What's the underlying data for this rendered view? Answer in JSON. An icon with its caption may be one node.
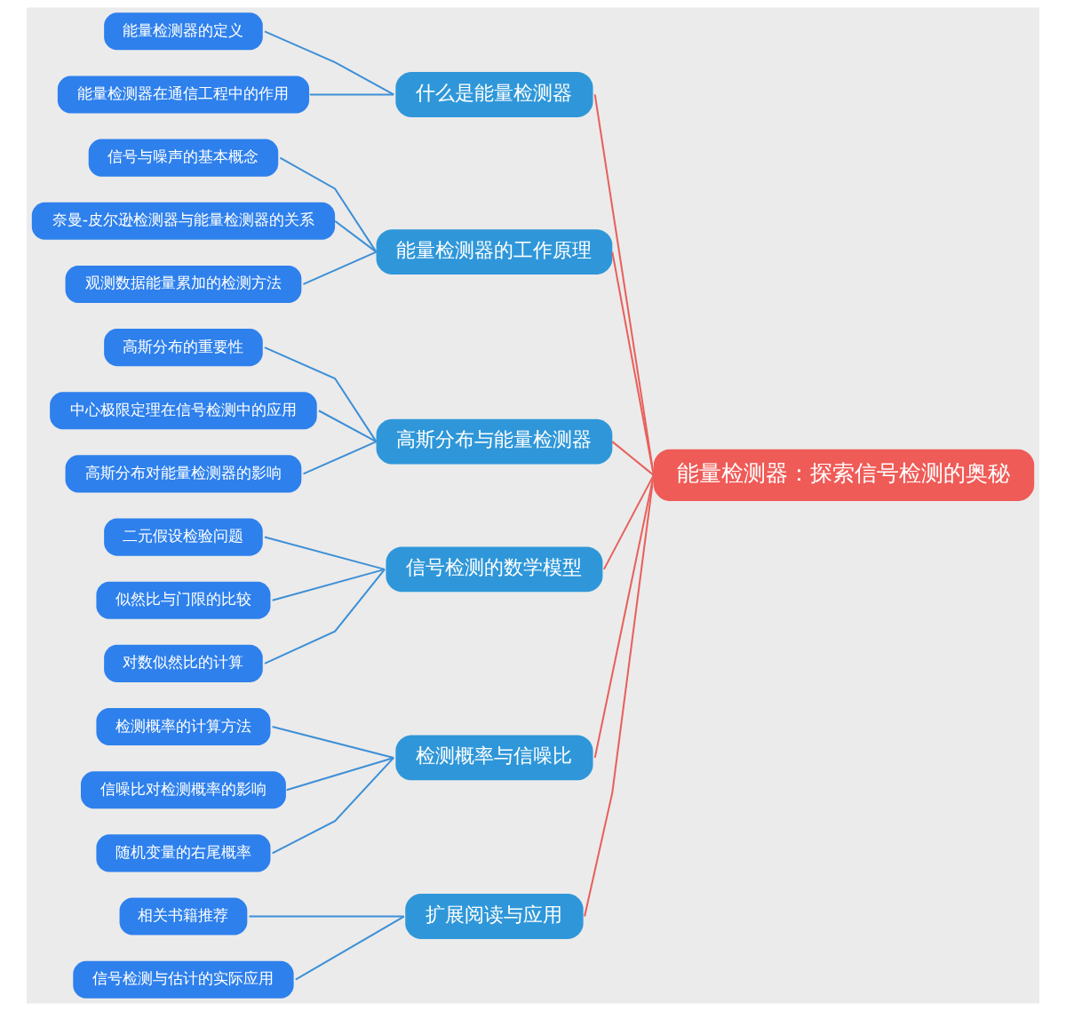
{
  "diagram": {
    "nodes": [
      {
        "text": [
          "能量检测器：探索信号检测的奥秘"
        ]
      },
      {
        "text": [
          "什么是能量检测器"
        ]
      },
      {
        "text": [
          "能量检测器的定义"
        ]
      },
      {
        "text": [
          "能量检测器在通信工程中的作用"
        ]
      },
      {
        "text": [
          "能量检测器的工作原理"
        ]
      },
      {
        "text": [
          "信号与噪声的基本概念"
        ]
      },
      {
        "text": [
          "奈曼-皮尔逊检测器与能量检测器的关系"
        ]
      },
      {
        "text": [
          "观测数据能量累加的检测方法"
        ]
      },
      {
        "text": [
          "高斯分布与能量检测器"
        ]
      },
      {
        "text": [
          "高斯分布的重要性"
        ]
      },
      {
        "text": [
          "中心极限定理在信号检测中的应用"
        ]
      },
      {
        "text": [
          "高斯分布对能量检测器的影响"
        ]
      },
      {
        "text": [
          "信号检测的数学模型"
        ]
      },
      {
        "text": [
          "二元假设检验问题"
        ]
      },
      {
        "text": [
          "似然比与门限的比较"
        ]
      },
      {
        "text": [
          "对数似然比的计算"
        ]
      },
      {
        "text": [
          "检测概率与信噪比"
        ]
      },
      {
        "text": [
          "检测概率的计算方法"
        ]
      },
      {
        "text": [
          "信噪比对检测概率的影响"
        ]
      },
      {
        "text": [
          "随机变量的右尾概率"
        ]
      },
      {
        "text": [
          "扩展阅读与应用"
        ]
      },
      {
        "text": [
          "相关书籍推荐"
        ]
      },
      {
        "text": [
          "信号检测与估计的实际应用"
        ]
      }
    ],
    "edges": [
      {
        "from": 0,
        "to": 1,
        "arrow": "none",
        "color": "#e8605c"
      },
      {
        "from": 1,
        "to": 2,
        "arrow": "none"
      },
      {
        "from": 1,
        "to": 3,
        "arrow": "none"
      },
      {
        "from": 0,
        "to": 4,
        "arrow": "none",
        "color": "#e8605c"
      },
      {
        "from": 4,
        "to": 5,
        "arrow": "none"
      },
      {
        "from": 4,
        "to": 6,
        "arrow": "none"
      },
      {
        "from": 4,
        "to": 7,
        "arrow": "none"
      },
      {
        "from": 0,
        "to": 8,
        "arrow": "none",
        "color": "#e8605c"
      },
      {
        "from": 8,
        "to": 9,
        "arrow": "none"
      },
      {
        "from": 8,
        "to": 10,
        "arrow": "none"
      },
      {
        "from": 8,
        "to": 11,
        "arrow": "none"
      },
      {
        "from": 0,
        "to": 12,
        "arrow": "none",
        "color": "#e8605c"
      },
      {
        "from": 12,
        "to": 13,
        "arrow": "none"
      },
      {
        "from": 12,
        "to": 14,
        "arrow": "none"
      },
      {
        "from": 12,
        "to": 15,
        "arrow": "none"
      },
      {
        "from": 0,
        "to": 16,
        "arrow": "none",
        "color": "#e8605c"
      },
      {
        "from": 16,
        "to": 17,
        "arrow": "none"
      },
      {
        "from": 16,
        "to": 18,
        "arrow": "none"
      },
      {
        "from": 16,
        "to": 19,
        "arrow": "none"
      },
      {
        "from": 0,
        "to": 20,
        "arrow": "none",
        "color": "#e8605c"
      },
      {
        "from": 20,
        "to": 21,
        "arrow": "none"
      },
      {
        "from": 20,
        "to": 22,
        "arrow": "none"
      }
    ]
  }
}
